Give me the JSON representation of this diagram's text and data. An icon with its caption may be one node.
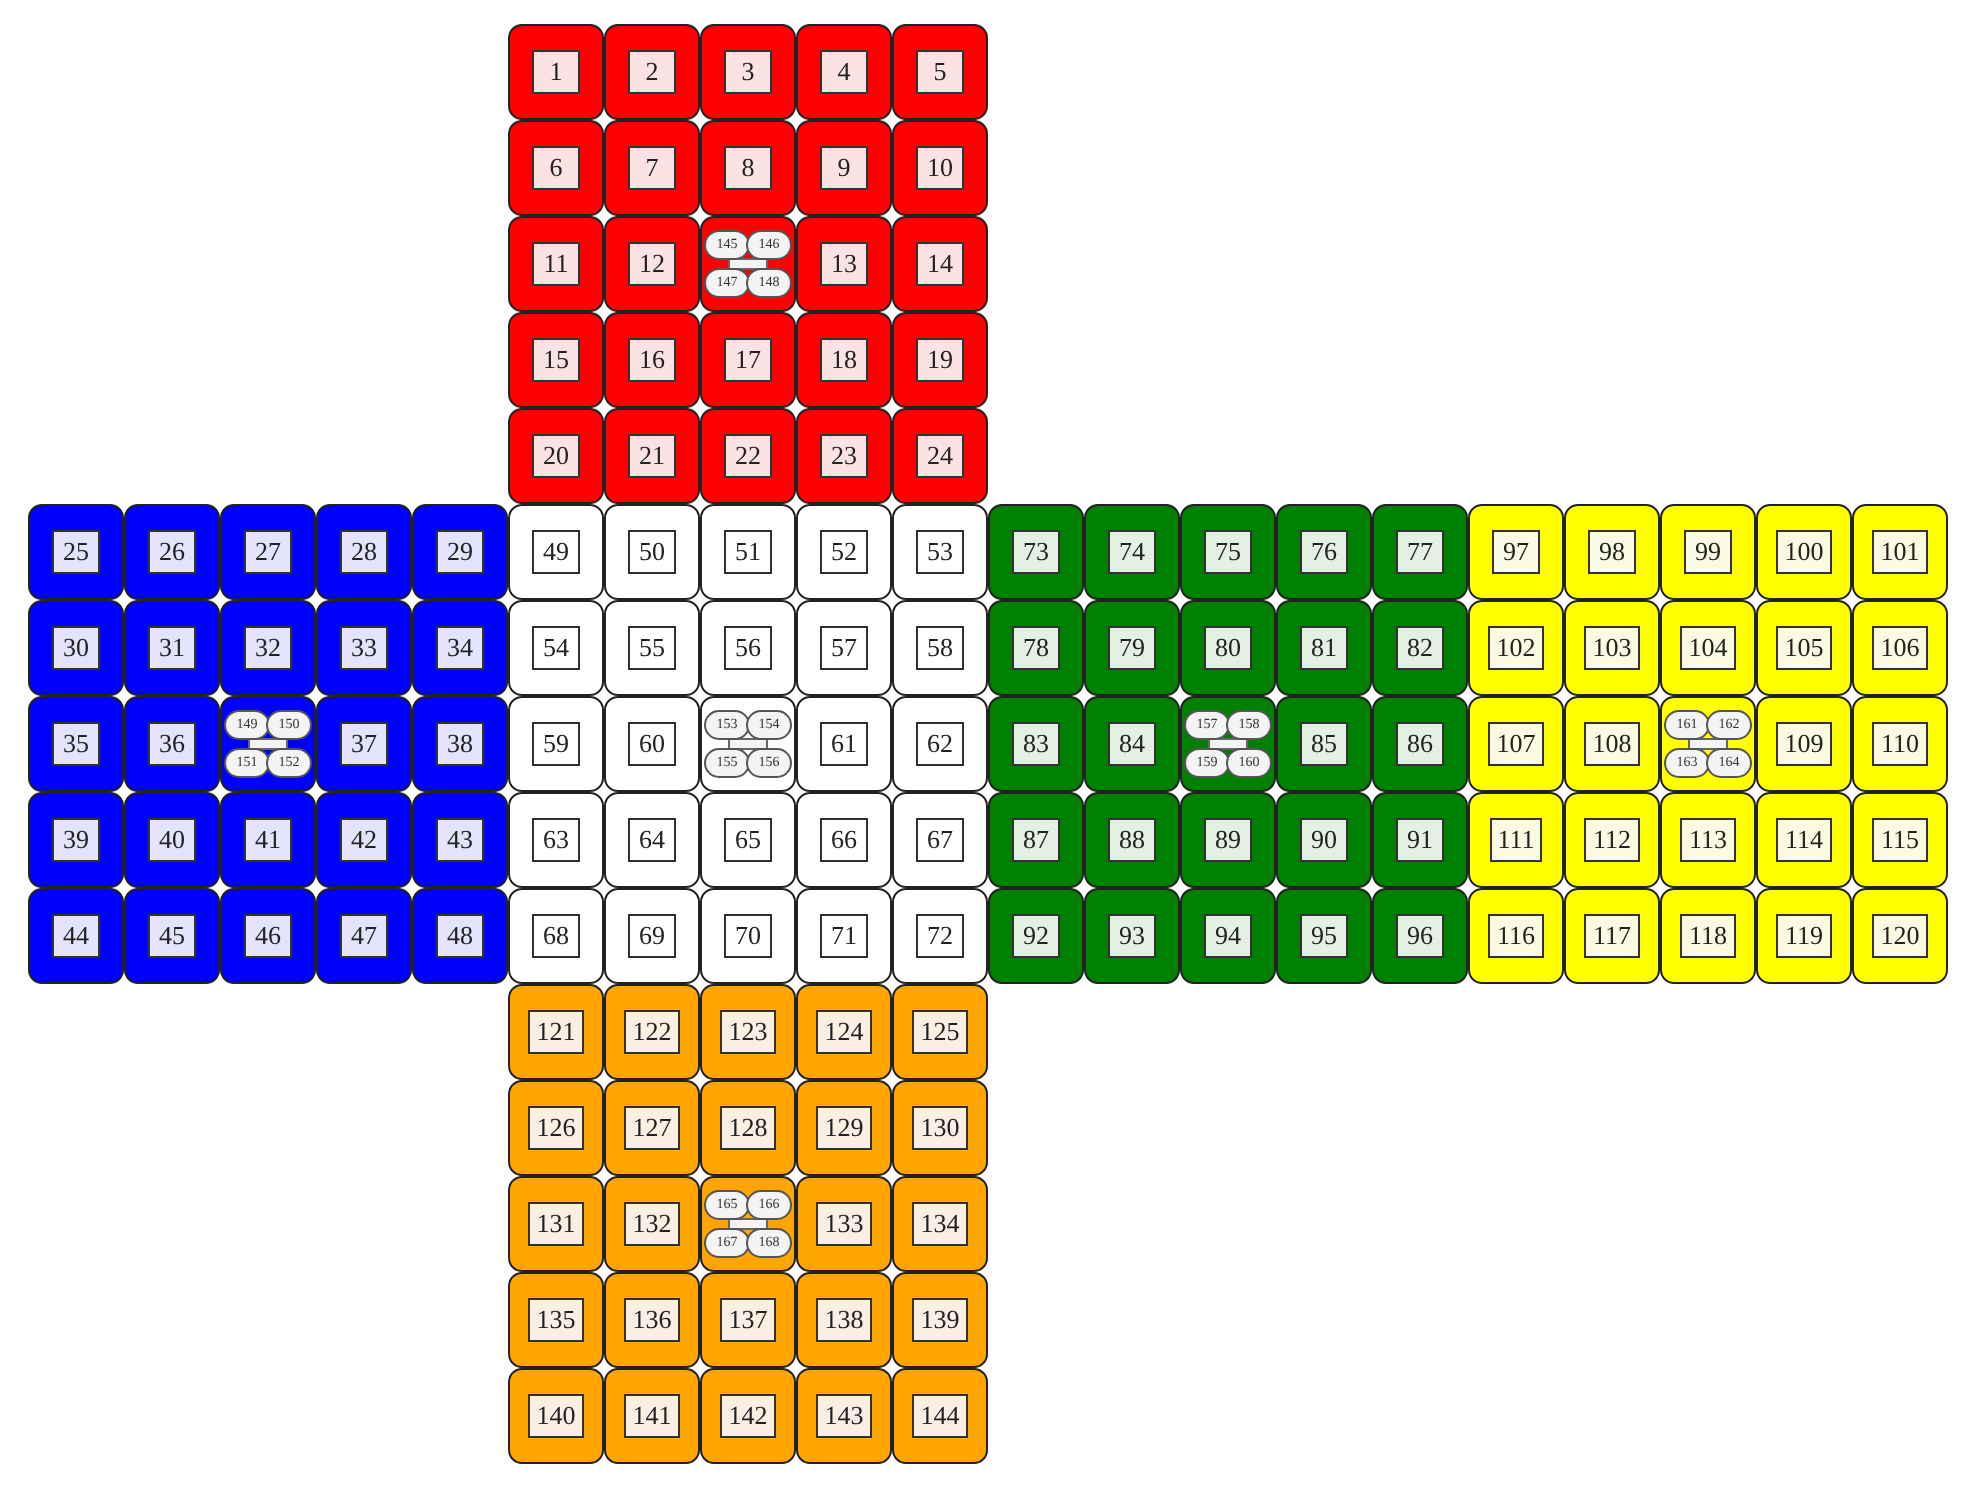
{
  "diagram": {
    "nodes": [
      {
        "text": [
          "1"
        ]
      },
      {
        "text": [
          "2"
        ]
      },
      {
        "text": [
          "3"
        ]
      },
      {
        "text": [
          "4"
        ]
      },
      {
        "text": [
          "5"
        ]
      },
      {
        "text": [
          "6"
        ]
      },
      {
        "text": [
          "7"
        ]
      },
      {
        "text": [
          "8"
        ]
      },
      {
        "text": [
          "9"
        ]
      },
      {
        "text": [
          "10"
        ]
      },
      {
        "text": [
          "11"
        ]
      },
      {
        "text": [
          "12"
        ]
      },
      {
        "text": [],
        "shape": "box"
      },
      {
        "text": [
          "145"
        ],
        "in": 12
      },
      {
        "text": [
          "146"
        ],
        "in": 12
      },
      {
        "text": [
          "147"
        ],
        "in": 12
      },
      {
        "text": [
          "148"
        ],
        "in": 12
      },
      {
        "text": [
          "13"
        ]
      },
      {
        "text": [
          "14"
        ]
      },
      {
        "text": [
          "15"
        ]
      },
      {
        "text": [
          "16"
        ]
      },
      {
        "text": [
          "17"
        ]
      },
      {
        "text": [
          "18"
        ]
      },
      {
        "text": [
          "19"
        ]
      },
      {
        "text": [
          "20"
        ]
      },
      {
        "text": [
          "21"
        ]
      },
      {
        "text": [
          "22"
        ]
      },
      {
        "text": [
          "23"
        ]
      },
      {
        "text": [
          "24"
        ]
      },
      {
        "text": [
          "25"
        ]
      },
      {
        "text": [
          "26"
        ]
      },
      {
        "text": [
          "27"
        ]
      },
      {
        "text": [
          "28"
        ]
      },
      {
        "text": [
          "29"
        ]
      },
      {
        "text": [
          "30"
        ]
      },
      {
        "text": [
          "31"
        ]
      },
      {
        "text": [
          "32"
        ]
      },
      {
        "text": [
          "33"
        ]
      },
      {
        "text": [
          "34"
        ]
      },
      {
        "text": [
          "35"
        ]
      },
      {
        "text": [
          "36"
        ]
      },
      {
        "text": [],
        "shape": "box"
      },
      {
        "text": [
          "149"
        ],
        "in": 41
      },
      {
        "text": [
          "150"
        ],
        "in": 41
      },
      {
        "text": [
          "151"
        ],
        "in": 41
      },
      {
        "text": [
          "152"
        ],
        "in": 41
      },
      {
        "text": [
          "37"
        ]
      },
      {
        "text": [
          "38"
        ]
      },
      {
        "text": [
          "39"
        ]
      },
      {
        "text": [
          "40"
        ]
      },
      {
        "text": [
          "41"
        ]
      },
      {
        "text": [
          "42"
        ]
      },
      {
        "text": [
          "43"
        ]
      },
      {
        "text": [
          "44"
        ]
      },
      {
        "text": [
          "45"
        ]
      },
      {
        "text": [
          "46"
        ]
      },
      {
        "text": [
          "47"
        ]
      },
      {
        "text": [
          "48"
        ]
      },
      {
        "text": [
          "49"
        ]
      },
      {
        "text": [
          "50"
        ]
      },
      {
        "text": [
          "51"
        ]
      },
      {
        "text": [
          "52"
        ]
      },
      {
        "text": [
          "53"
        ]
      },
      {
        "text": [
          "54"
        ]
      },
      {
        "text": [
          "55"
        ]
      },
      {
        "text": [
          "56"
        ]
      },
      {
        "text": [
          "57"
        ]
      },
      {
        "text": [
          "58"
        ]
      },
      {
        "text": [
          "59"
        ]
      },
      {
        "text": [
          "60"
        ]
      },
      {
        "text": [],
        "shape": "box"
      },
      {
        "text": [
          "153"
        ],
        "in": 70
      },
      {
        "text": [
          "154"
        ],
        "in": 70
      },
      {
        "text": [
          "155"
        ],
        "in": 70
      },
      {
        "text": [
          "156"
        ],
        "in": 70
      },
      {
        "text": [
          "61"
        ]
      },
      {
        "text": [
          "62"
        ]
      },
      {
        "text": [
          "63"
        ]
      },
      {
        "text": [
          "64"
        ]
      },
      {
        "text": [
          "65"
        ]
      },
      {
        "text": [
          "66"
        ]
      },
      {
        "text": [
          "67"
        ]
      },
      {
        "text": [
          "68"
        ]
      },
      {
        "text": [
          "69"
        ]
      },
      {
        "text": [
          "70"
        ]
      },
      {
        "text": [
          "71"
        ]
      },
      {
        "text": [
          "72"
        ]
      },
      {
        "text": [
          "73"
        ]
      },
      {
        "text": [
          "74"
        ]
      },
      {
        "text": [
          "75"
        ]
      },
      {
        "text": [
          "76"
        ]
      },
      {
        "text": [
          "77"
        ]
      },
      {
        "text": [
          "78"
        ]
      },
      {
        "text": [
          "79"
        ]
      },
      {
        "text": [
          "80"
        ]
      },
      {
        "text": [
          "81"
        ]
      },
      {
        "text": [
          "82"
        ]
      },
      {
        "text": [
          "83"
        ]
      },
      {
        "text": [
          "84"
        ]
      },
      {
        "text": [],
        "shape": "box"
      },
      {
        "text": [
          "157"
        ],
        "in": 99
      },
      {
        "text": [
          "158"
        ],
        "in": 99
      },
      {
        "text": [
          "159"
        ],
        "in": 99
      },
      {
        "text": [
          "160"
        ],
        "in": 99
      },
      {
        "text": [
          "85"
        ]
      },
      {
        "text": [
          "86"
        ]
      },
      {
        "text": [
          "87"
        ]
      },
      {
        "text": [
          "88"
        ]
      },
      {
        "text": [
          "89"
        ]
      },
      {
        "text": [
          "90"
        ]
      },
      {
        "text": [
          "91"
        ]
      },
      {
        "text": [
          "92"
        ]
      },
      {
        "text": [
          "93"
        ]
      },
      {
        "text": [
          "94"
        ]
      },
      {
        "text": [
          "95"
        ]
      },
      {
        "text": [
          "96"
        ]
      },
      {
        "text": [
          "97"
        ]
      },
      {
        "text": [
          "98"
        ]
      },
      {
        "text": [
          "99"
        ]
      },
      {
        "text": [
          "100"
        ]
      },
      {
        "text": [
          "101"
        ]
      },
      {
        "text": [
          "102"
        ]
      },
      {
        "text": [
          "103"
        ]
      },
      {
        "text": [
          "104"
        ]
      },
      {
        "text": [
          "105"
        ]
      },
      {
        "text": [
          "106"
        ]
      },
      {
        "text": [
          "107"
        ]
      },
      {
        "text": [
          "108"
        ]
      },
      {
        "text": [],
        "shape": "box"
      },
      {
        "text": [
          "161"
        ],
        "in": 128
      },
      {
        "text": [
          "162"
        ],
        "in": 128
      },
      {
        "text": [
          "163"
        ],
        "in": 128
      },
      {
        "text": [
          "164"
        ],
        "in": 128
      },
      {
        "text": [
          "109"
        ]
      },
      {
        "text": [
          "110"
        ]
      },
      {
        "text": [
          "111"
        ]
      },
      {
        "text": [
          "112"
        ]
      },
      {
        "text": [
          "113"
        ]
      },
      {
        "text": [
          "114"
        ]
      },
      {
        "text": [
          "115"
        ]
      },
      {
        "text": [
          "116"
        ]
      },
      {
        "text": [
          "117"
        ]
      },
      {
        "text": [
          "118"
        ]
      },
      {
        "text": [
          "119"
        ]
      },
      {
        "text": [
          "120"
        ]
      },
      {
        "text": [
          "121"
        ]
      },
      {
        "text": [
          "122"
        ]
      },
      {
        "text": [
          "123"
        ]
      },
      {
        "text": [
          "124"
        ]
      },
      {
        "text": [
          "125"
        ]
      },
      {
        "text": [
          "126"
        ]
      },
      {
        "text": [
          "127"
        ]
      },
      {
        "text": [
          "128"
        ]
      },
      {
        "text": [
          "129"
        ]
      },
      {
        "text": [
          "130"
        ]
      },
      {
        "text": [
          "131"
        ]
      },
      {
        "text": [
          "132"
        ]
      },
      {
        "text": [],
        "shape": "box"
      },
      {
        "text": [
          "165"
        ],
        "in": 157
      },
      {
        "text": [
          "166"
        ],
        "in": 157
      },
      {
        "text": [
          "167"
        ],
        "in": 157
      },
      {
        "text": [
          "168"
        ],
        "in": 157
      },
      {
        "text": [
          "133"
        ]
      },
      {
        "text": [
          "134"
        ]
      },
      {
        "text": [
          "135"
        ]
      },
      {
        "text": [
          "136"
        ]
      },
      {
        "text": [
          "137"
        ]
      },
      {
        "text": [
          "138"
        ]
      },
      {
        "text": [
          "139"
        ]
      },
      {
        "text": [
          "140"
        ]
      },
      {
        "text": [
          "141"
        ]
      },
      {
        "text": [
          "142"
        ]
      },
      {
        "text": [
          "143"
        ]
      },
      {
        "text": [
          "144"
        ]
      }
    ]
  }
}
